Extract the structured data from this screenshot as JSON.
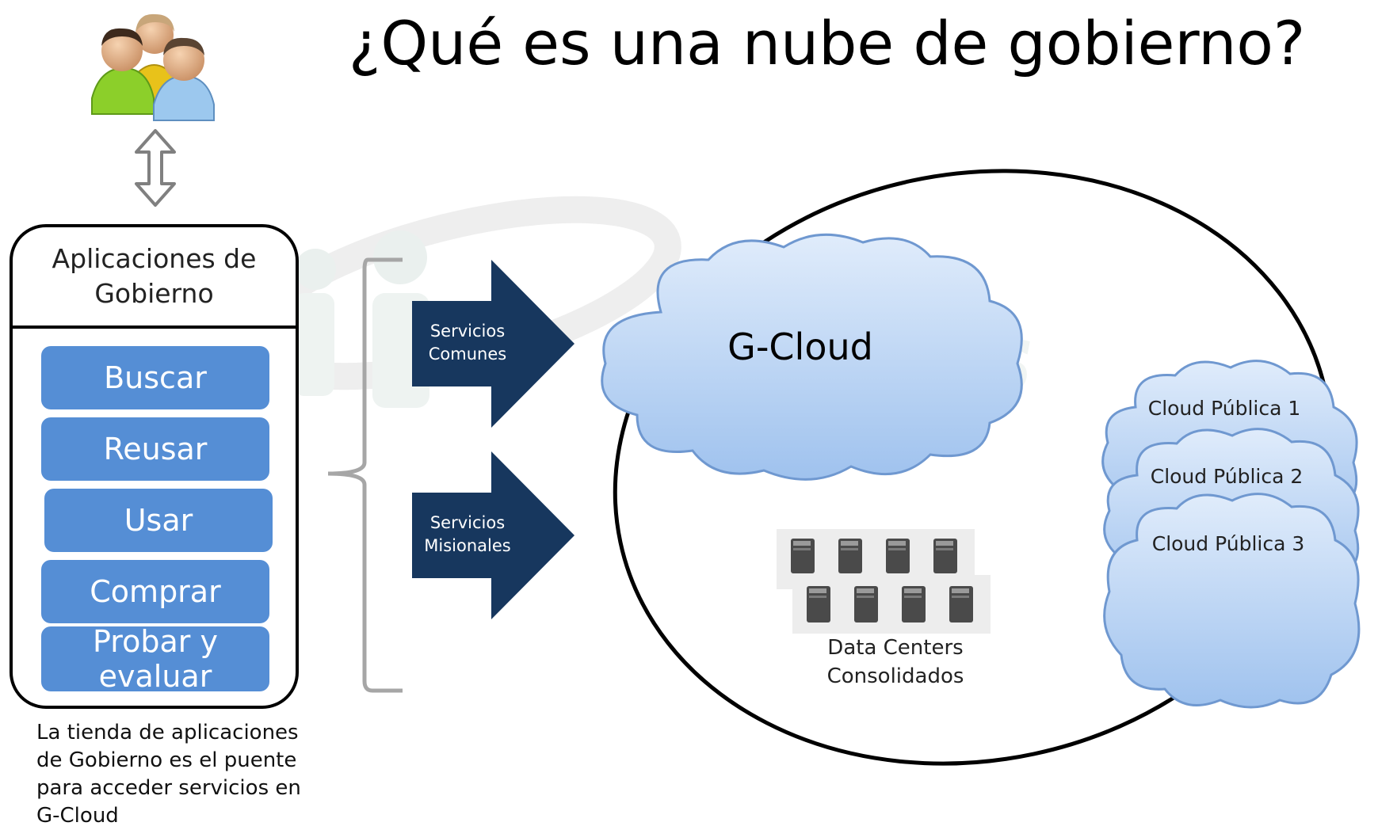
{
  "title": "¿Qué es una nube de gobierno?",
  "icons": {
    "users": "users-group-icon",
    "updown_arrow": "up-down-arrow-icon",
    "server": "server-tower-icon"
  },
  "store": {
    "header": "Aplicaciones de Gobierno",
    "buttons": [
      "Buscar",
      "Reusar",
      "Usar",
      "Comprar",
      "Probar y evaluar"
    ],
    "caption": "La tienda de aplicaciones de Gobierno es el puente para acceder servicios en G-Cloud"
  },
  "services": {
    "common": "Servicios Comunes",
    "mission": "Servicios Misionales"
  },
  "gov_cloud": {
    "name": "G-Cloud",
    "datacenter": "Data Centers Consolidados"
  },
  "public_clouds": [
    "Cloud Pública 1",
    "Cloud Pública 2",
    "Cloud Pública 3"
  ],
  "colors": {
    "button_blue": "#558ed5",
    "arrow_navy": "#17375e",
    "cloud_fill_light": "#e0ecfb",
    "cloud_fill_dark": "#9fc2ee",
    "cloud_stroke": "#6f98d0",
    "brace_gray": "#a6a6a6"
  }
}
